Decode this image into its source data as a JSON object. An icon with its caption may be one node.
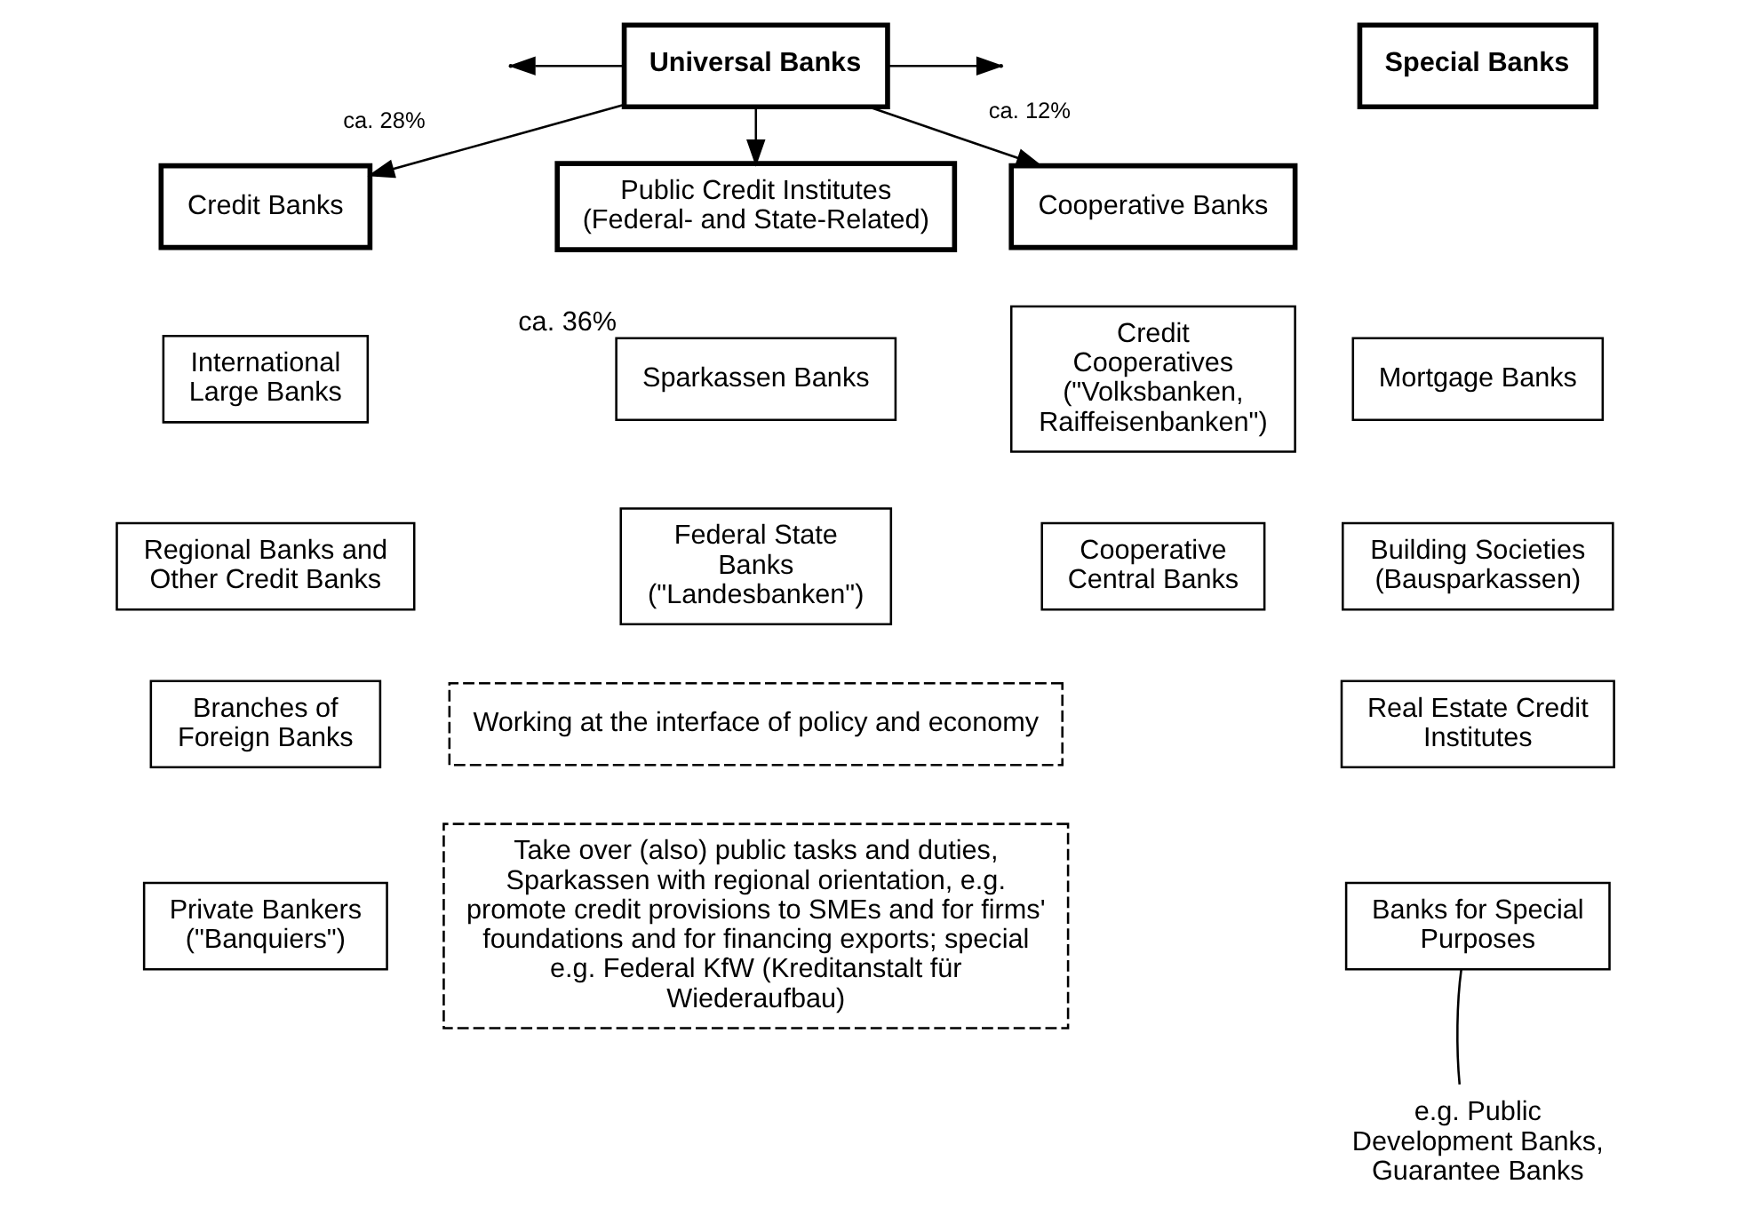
{
  "diagram": {
    "nodes": [
      {
        "text": [
          "Universal Banks"
        ]
      },
      {
        "text": [
          "Special Banks"
        ]
      },
      {
        "text": [
          "Credit Banks"
        ]
      },
      {
        "text": [
          "Public Credit Institutes (Federal- and State-Related)"
        ]
      },
      {
        "text": [
          "Cooperative Banks"
        ]
      },
      {
        "text": [
          "International Large Banks"
        ]
      },
      {
        "text": [
          "Sparkassen Banks"
        ],
        "beside": [
          "ca. 36%"
        ]
      },
      {
        "text": [
          "Credit Cooperatives (\"Volksbanken, Raiffeisenbanken\")"
        ]
      },
      {
        "text": [
          "Mortgage Banks"
        ]
      },
      {
        "text": [
          "Building Societies (Bausparkassen)"
        ]
      },
      {
        "text": [
          "Regional Banks and Other Credit Banks"
        ]
      },
      {
        "text": [
          "Federal State Banks (\"Landesbanken\")"
        ]
      },
      {
        "text": [
          "Cooperative Central Banks"
        ]
      },
      {
        "text": [
          "Real Estate Credit Institutes"
        ]
      },
      {
        "text": [
          "Branches of Foreign Banks"
        ]
      },
      {
        "text": [
          "Working at the interface of policy and economy"
        ]
      },
      {
        "text": [
          "Banks for Special Purposes"
        ]
      },
      {
        "text": [
          "Private Bankers (\"Banquiers\")"
        ]
      },
      {
        "text": [
          "Take over (also) public tasks and duties, Sparkassen with regional orientation, e.g. promote credit provisions to SMEs and for firms' foundations and for financing exports; special e.g. Federal KfW (Kreditanstalt für Wiederaufbau)"
        ]
      },
      {
        "text": [
          "e.g. Public Development Banks, Guarantee Banks"
        ]
      }
    ],
    "edges": [
      {
        "from": 0,
        "to": null,
        "arrow": "to"
      },
      {
        "from": 0,
        "to": null,
        "arrow": "to"
      },
      {
        "from": 0,
        "to": 2,
        "arrow": "to",
        "label": "ca. 28%"
      },
      {
        "from": 0,
        "to": 3,
        "arrow": "to"
      },
      {
        "from": 0,
        "to": 4,
        "arrow": "to",
        "label": "ca. 12%"
      },
      {
        "from": 16,
        "to": 19,
        "arrow": "none"
      }
    ]
  }
}
